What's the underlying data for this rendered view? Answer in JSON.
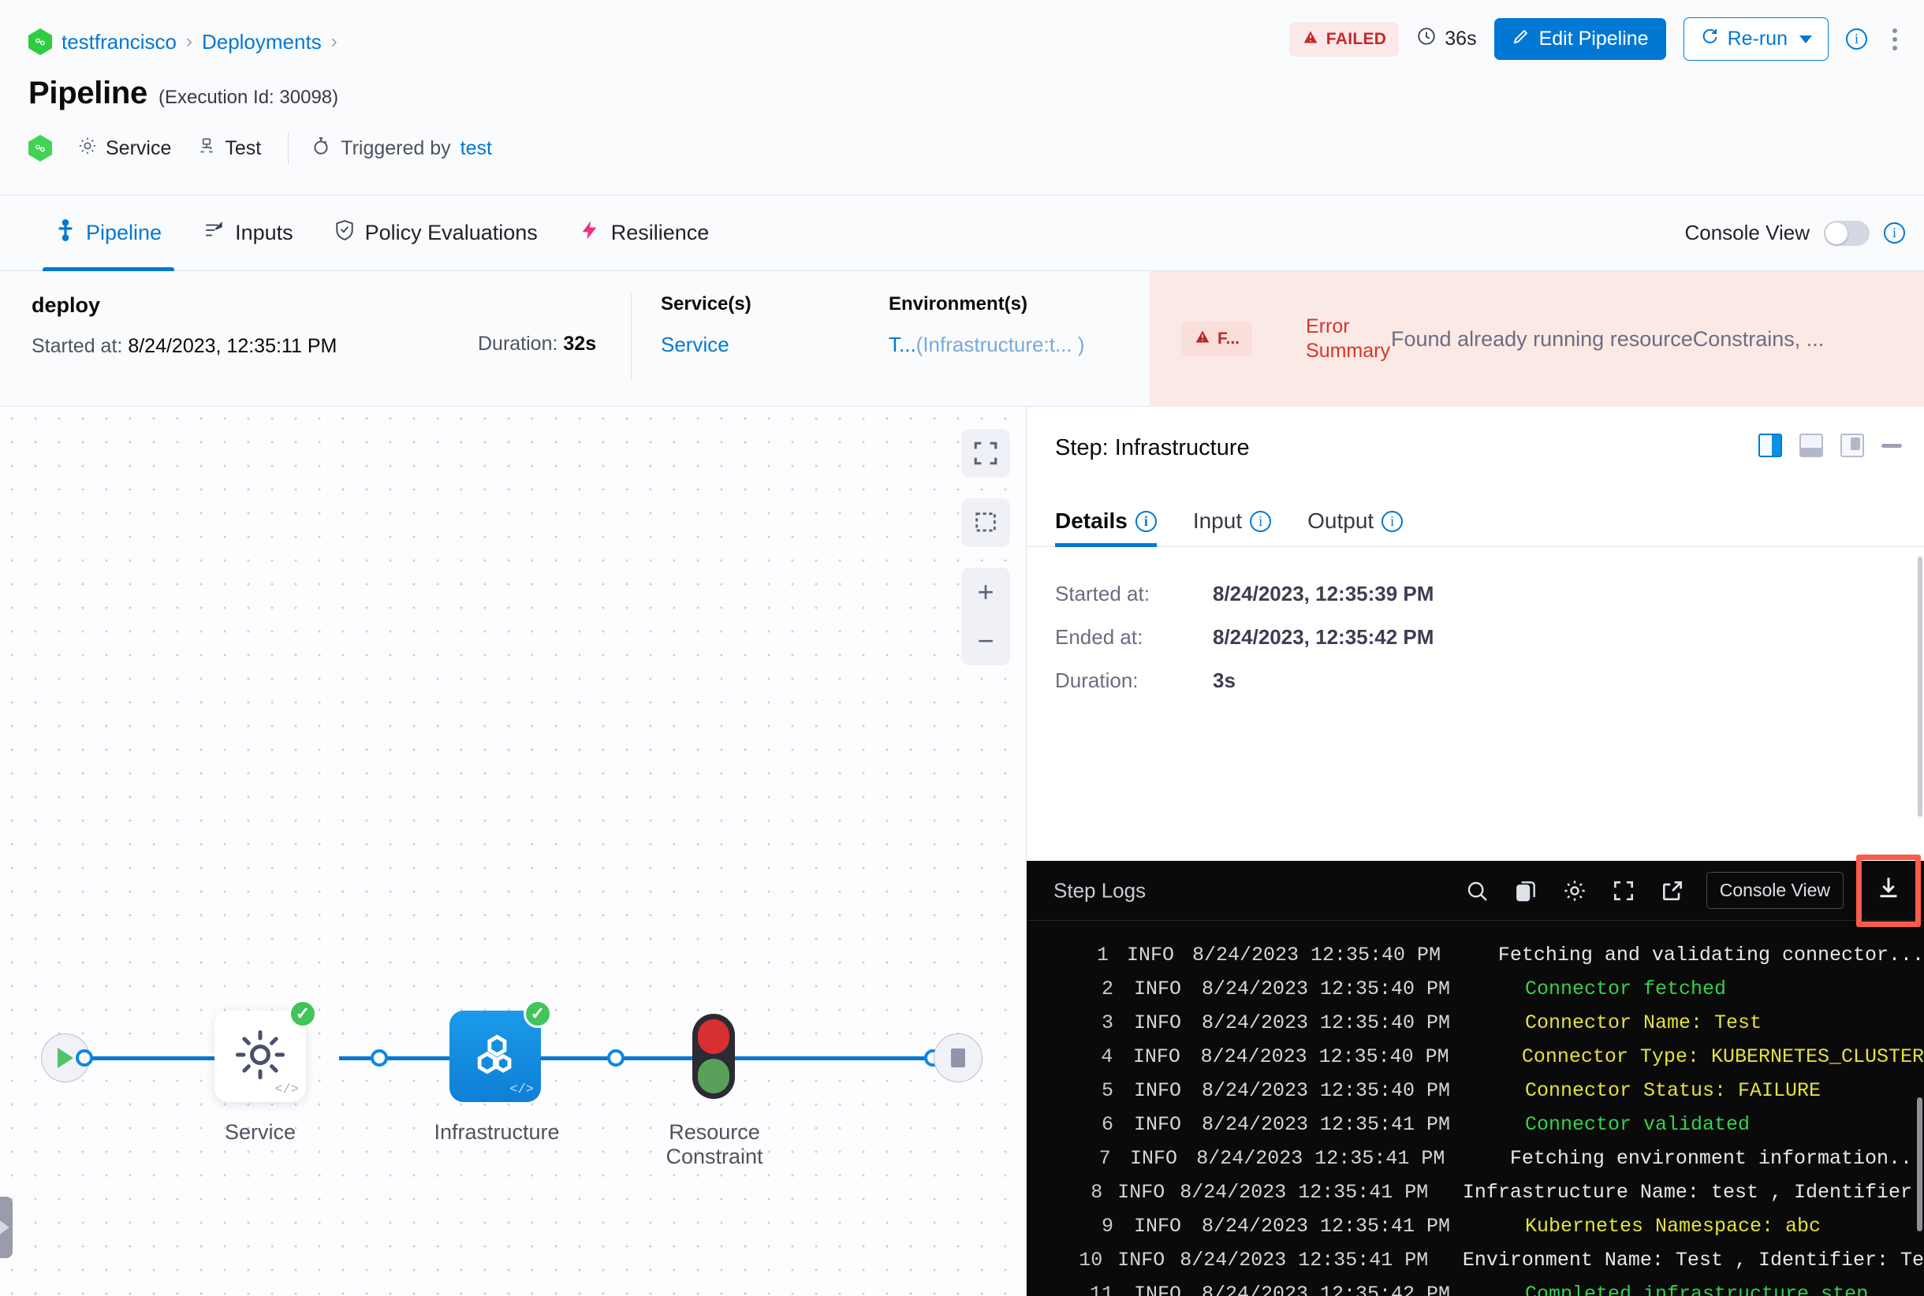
{
  "breadcrumb": {
    "logo": "harness-logo-icon",
    "items": [
      "testfrancisco",
      "Deployments"
    ],
    "sep": "›"
  },
  "header": {
    "title": "Pipeline",
    "execution_id": "(Execution Id: 30098)",
    "meta": {
      "service_label": "Service",
      "test_label": "Test",
      "triggered_prefix": "Triggered by",
      "triggered_user": "test"
    },
    "status_badge": "FAILED",
    "duration": "36s",
    "edit_button": "Edit Pipeline",
    "rerun_button": "Re-run",
    "more_menu": "kebab-menu"
  },
  "tabs": [
    {
      "label": "Pipeline",
      "icon": "pipeline-icon",
      "active": true
    },
    {
      "label": "Inputs",
      "icon": "inputs-icon",
      "active": false
    },
    {
      "label": "Policy Evaluations",
      "icon": "shield-check-icon",
      "active": false
    },
    {
      "label": "Resilience",
      "icon": "resilience-icon",
      "active": false
    }
  ],
  "console_view": {
    "label": "Console View",
    "enabled": false
  },
  "stage": {
    "name": "deploy",
    "started_label": "Started at:",
    "started_value": "8/24/2023, 12:35:11 PM",
    "duration_label": "Duration:",
    "duration_value": "32s",
    "services_header": "Service(s)",
    "services_value": "Service",
    "environments_header": "Environment(s)",
    "environments_value": "T...",
    "environments_extra": "(Infrastructure:t... )"
  },
  "error_summary": {
    "chip": "F...",
    "label_line1": "Error",
    "label_line2": "Summary",
    "text": "Found already running resourceConstrains, ..."
  },
  "graph": {
    "nodes": [
      {
        "name": "Service",
        "type": "gear",
        "status": "success"
      },
      {
        "name": "Infrastructure",
        "type": "infra",
        "status": "success",
        "selected": true
      },
      {
        "name": "Resource Constraint",
        "type": "traffic-light",
        "status": "none"
      }
    ],
    "tools": [
      "fit-screen-icon",
      "select-area-icon",
      "zoom-in-icon",
      "zoom-out-icon"
    ]
  },
  "step_panel": {
    "title": "Step: Infrastructure",
    "layout_icons": [
      "layout-right-icon",
      "layout-bottom-icon",
      "layout-float-icon",
      "minimize-icon"
    ],
    "tabs": [
      {
        "label": "Details",
        "active": true
      },
      {
        "label": "Input",
        "active": false
      },
      {
        "label": "Output",
        "active": false
      }
    ],
    "details": [
      {
        "key": "Started at:",
        "value": "8/24/2023, 12:35:39 PM"
      },
      {
        "key": "Ended at:",
        "value": "8/24/2023, 12:35:42 PM"
      },
      {
        "key": "Duration:",
        "value": "3s"
      }
    ]
  },
  "logs": {
    "title": "Step Logs",
    "actions": [
      "search-icon",
      "copy-icon",
      "gear-icon",
      "fullscreen-icon",
      "open-external-icon"
    ],
    "console_view_button": "Console View",
    "download_button": "download-icon",
    "lines": [
      {
        "n": "1",
        "level": "INFO",
        "ts": "8/24/2023 12:35:40 PM",
        "msg": "Fetching and validating connector...",
        "color": "white"
      },
      {
        "n": "2",
        "level": "INFO",
        "ts": "8/24/2023 12:35:40 PM",
        "msg": "Connector fetched",
        "color": "green"
      },
      {
        "n": "3",
        "level": "INFO",
        "ts": "8/24/2023 12:35:40 PM",
        "msg": "Connector Name: Test",
        "color": "yellow"
      },
      {
        "n": "4",
        "level": "INFO",
        "ts": "8/24/2023 12:35:40 PM",
        "msg": "Connector Type: KUBERNETES_CLUSTER",
        "color": "yellow"
      },
      {
        "n": "5",
        "level": "INFO",
        "ts": "8/24/2023 12:35:40 PM",
        "msg": "Connector Status: FAILURE",
        "color": "yellow"
      },
      {
        "n": "6",
        "level": "INFO",
        "ts": "8/24/2023 12:35:41 PM",
        "msg": "Connector validated",
        "color": "green"
      },
      {
        "n": "7",
        "level": "INFO",
        "ts": "8/24/2023 12:35:41 PM",
        "msg": "Fetching environment information...",
        "color": "white"
      },
      {
        "n": "8",
        "level": "INFO",
        "ts": "8/24/2023 12:35:41 PM",
        "msg": "Infrastructure Name: test , Identifier:",
        "color": "white"
      },
      {
        "n": "9",
        "level": "INFO",
        "ts": "8/24/2023 12:35:41 PM",
        "msg": "Kubernetes Namespace: abc",
        "color": "yellow"
      },
      {
        "n": "10",
        "level": "INFO",
        "ts": "8/24/2023 12:35:41 PM",
        "msg": "Environment Name: Test , Identifier: Te",
        "color": "white"
      },
      {
        "n": "11",
        "level": "INFO",
        "ts": "8/24/2023 12:35:42 PM",
        "msg": "Completed infrastructure step",
        "color": "green"
      }
    ]
  },
  "colors": {
    "accent": "#0278d5",
    "failed": "#c7272c",
    "failed_bg": "#fbe9e9",
    "success": "#3fc55a",
    "log_green": "#35d24a",
    "log_yellow": "#e2e23f",
    "highlight_box": "#fa5c4b"
  }
}
